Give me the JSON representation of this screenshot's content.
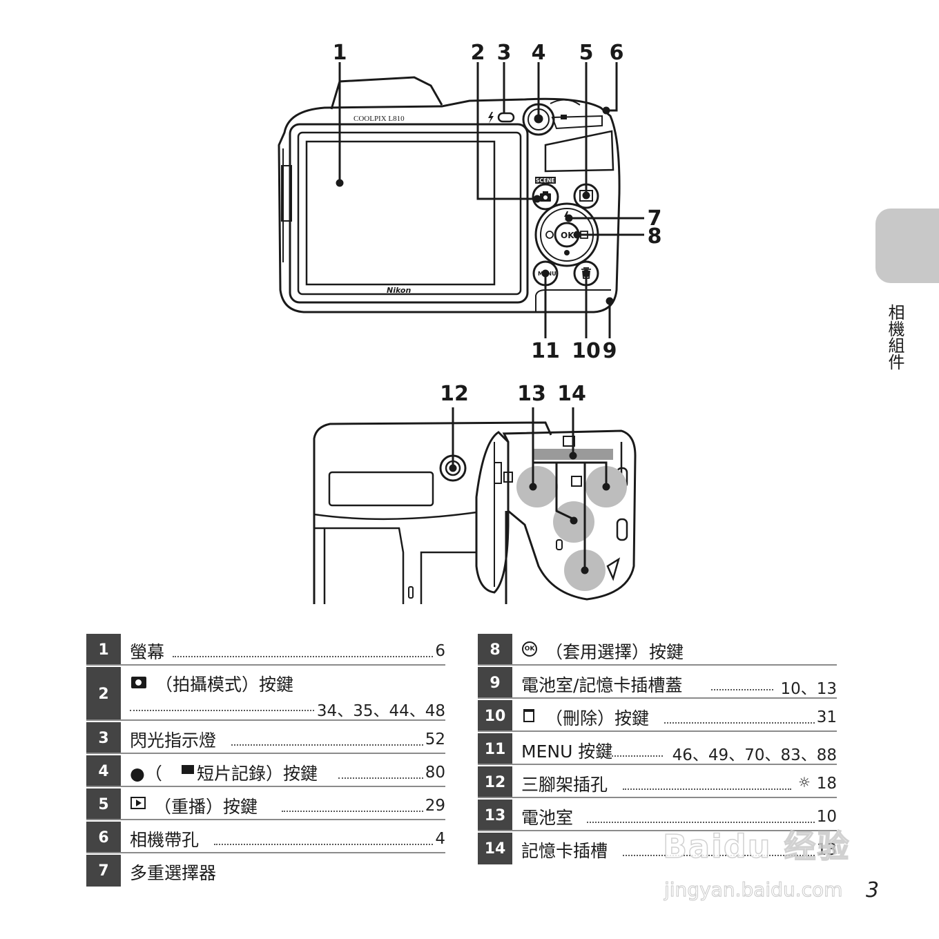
{
  "side_tab": {
    "label": "相機組件"
  },
  "page_number": "3",
  "camera_labels": {
    "brand": "Nikon",
    "model": "COOLPIX L810",
    "scene": "SCENE",
    "ok": "OK",
    "menu": "MENU"
  },
  "callouts": [
    "1",
    "2",
    "3",
    "4",
    "5",
    "6",
    "7",
    "8",
    "9",
    "10",
    "11",
    "12",
    "13",
    "14"
  ],
  "parts_left": [
    {
      "num": "1",
      "text": "螢幕",
      "pages": "6"
    },
    {
      "num": "2",
      "text": "（拍攝模式）按鍵",
      "pages": "34、35、44、48",
      "icon": "camera-icon"
    },
    {
      "num": "3",
      "text": "閃光指示燈",
      "pages": "52"
    },
    {
      "num": "4",
      "text": "●（",
      "text2": "短片記錄）按鍵",
      "pages": "80",
      "icon": "movie-icon"
    },
    {
      "num": "5",
      "text": "（重播）按鍵",
      "pages": "29",
      "icon": "play-icon"
    },
    {
      "num": "6",
      "text": "相機帶孔",
      "pages": "4"
    },
    {
      "num": "7",
      "text": "多重選擇器",
      "pages": ""
    }
  ],
  "parts_right": [
    {
      "num": "8",
      "text": "（套用選擇）按鍵",
      "pages": "",
      "icon": "ok-icon"
    },
    {
      "num": "9",
      "text": "電池室/記憶卡插槽蓋",
      "pages": "10、13"
    },
    {
      "num": "10",
      "text": "（刪除）按鍵",
      "pages": "31",
      "icon": "trash-icon"
    },
    {
      "num": "11",
      "text": "MENU 按鍵",
      "pages": "46、49、70、83、88"
    },
    {
      "num": "12",
      "text": "三腳架插孔",
      "pages": "18",
      "icon": "tip-icon"
    },
    {
      "num": "13",
      "text": "電池室",
      "pages": "10"
    },
    {
      "num": "14",
      "text": "記憶卡插槽",
      "pages": "13"
    }
  ],
  "watermark": {
    "line1": "Baidu 经验",
    "line2": "jingyan.baidu.com"
  }
}
